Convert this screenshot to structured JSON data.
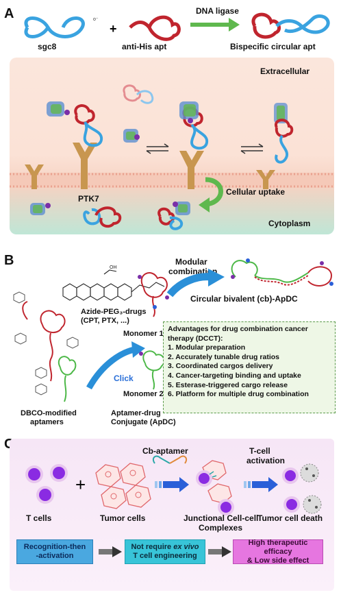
{
  "panel_a": {
    "letter": "A",
    "sgc8": "sgc8",
    "plus": "+",
    "anti_his": "anti-His apt",
    "ligase": "DNA ligase",
    "bispecific": "Bispecific circular apt",
    "extracellular": "Extracellular",
    "ptk7": "PTK7",
    "uptake": "Cellular uptake",
    "cytoplasm": "Cytoplasm"
  },
  "panel_b": {
    "letter": "B",
    "modular": "Modular",
    "combination": "combination",
    "azide_line1": "Azide-PEG₃-drugs",
    "azide_line2": "(CPT, PTX, ...)",
    "circular": "Circular bivalent (cb)-ApDC",
    "monomer1": "Monomer 1",
    "monomer2": "Monomer 2",
    "click": "Click",
    "dbco_line1": "DBCO-modified",
    "dbco_line2": "aptamers",
    "apdc_line1": "Aptamer-drug",
    "apdc_line2": "Conjugate (ApDC)",
    "adv_title1": "Advantages for drug combination cancer",
    "adv_title2": "therapy (DCCT):",
    "advantages": [
      "1. Modular preparation",
      "2. Accurately tunable drug ratios",
      "3. Coordinated cargos delivery",
      "4. Cancer-targeting binding and uptake",
      "5. Esterase-triggered cargo release",
      "6. Platform for multiple drug combination"
    ]
  },
  "panel_c": {
    "letter": "C",
    "cb_aptamer": "Cb-aptamer",
    "tcell_act1": "T-cell",
    "tcell_act2": "activation",
    "plus": "+",
    "tcells": "T cells",
    "tumor": "Tumor cells",
    "junctional1": "Junctional Cell-cell",
    "junctional2": "Complexes",
    "death": "Tumor cell death",
    "note1_l1": "Recognition-then",
    "note1_l2": "-activation",
    "note2_l1a": "Not require ",
    "note2_l1b": "ex vivo",
    "note2_l2": "T cell engineering",
    "note3_l1": "High therapeutic efficacy",
    "note3_l2": "& Low side effect"
  },
  "colors": {
    "blue_strand": "#3aa3e0",
    "red_strand": "#c0252e",
    "green_strand": "#4db848",
    "purple_cell": "#8a2be2",
    "membrane": "#f2b9a8",
    "receptor": "#c8964f",
    "arrow_green": "#5fb84e",
    "arrow_blue": "#2a8fd8"
  }
}
